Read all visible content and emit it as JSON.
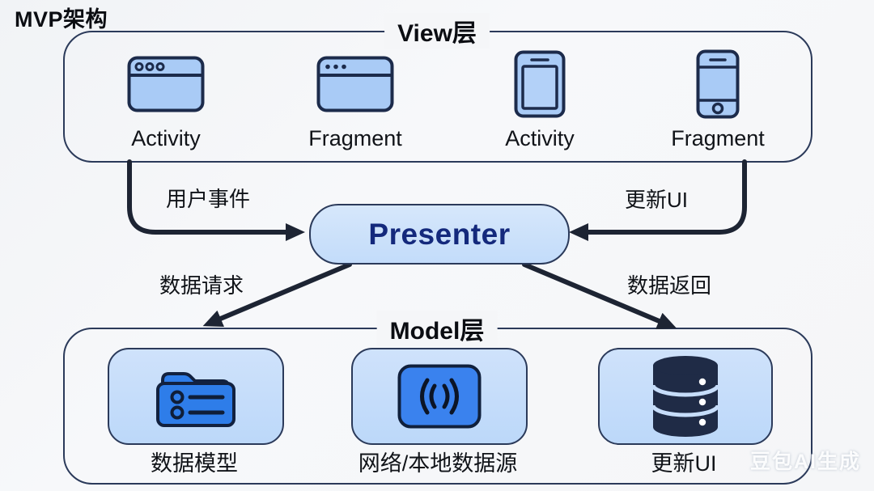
{
  "page_title": "MVP架构",
  "colors": {
    "background": "#f5f6f8",
    "box_border": "#2b3a5a",
    "icon_fill": "#a9cbf6",
    "icon_stroke": "#1c2b4b",
    "presenter_fill": "#c9e0fa",
    "presenter_text": "#14297c",
    "card_fill": "#c2dbfa",
    "inner_icon_blue": "#2e7de9",
    "database_dark": "#1f2b46",
    "arrow_color": "#1d2433",
    "text_color": "#101318"
  },
  "view_layer": {
    "title": "View层",
    "items": [
      {
        "label": "Activity",
        "icon": "browser-window-circles-icon"
      },
      {
        "label": "Fragment",
        "icon": "browser-window-dots-icon"
      },
      {
        "label": "Activity",
        "icon": "tablet-icon"
      },
      {
        "label": "Fragment",
        "icon": "smartphone-icon"
      }
    ]
  },
  "presenter": {
    "label": "Presenter"
  },
  "arrows": [
    {
      "label": "用户事件",
      "from": "View层",
      "to": "Presenter"
    },
    {
      "label": "更新UI",
      "from": "View层",
      "to": "Presenter"
    },
    {
      "label": "数据请求",
      "from": "Presenter",
      "to": "Model层"
    },
    {
      "label": "数据返回",
      "from": "Presenter",
      "to": "Model层"
    }
  ],
  "model_layer": {
    "title": "Model层",
    "items": [
      {
        "label": "数据模型",
        "icon": "folder-list-icon"
      },
      {
        "label": "网络/本地数据源",
        "icon": "wireless-signal-icon"
      },
      {
        "label": "更新UI",
        "icon": "database-icon"
      }
    ]
  },
  "watermark": "豆包AI生成"
}
